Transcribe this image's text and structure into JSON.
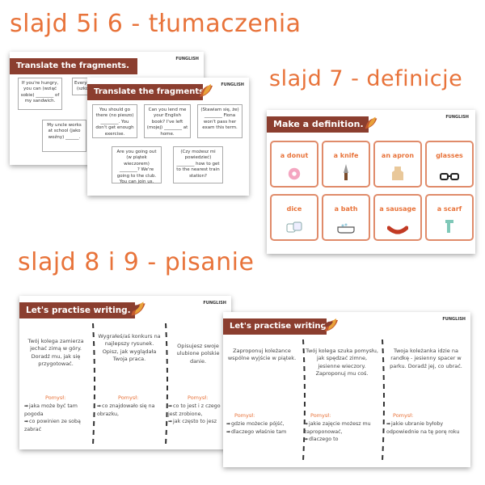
{
  "headings": {
    "h1": "slajd 5i 6 - tłumaczenia",
    "h2": "slajd 7 - definicje",
    "h3": "slajd 8 i 9 - pisanie"
  },
  "brand": "FUNGLISH",
  "slide5": {
    "title": "Translate the fragments.",
    "boxes": [
      "If you're hungry, you can (wziąć sobie) ________ of my sandwich.",
      "Every ______ (szkoła) ...",
      "My uncle works at school (jako woźny) ______."
    ]
  },
  "slide6": {
    "title": "Translate the fragments.",
    "boxes": [
      "You should go there (no pieszo) ________. You don't get enough exercise.",
      "Can you lend me your English book? I've left (mojej) ________ at home.",
      "(Stawiam się, że) ________ Fiona won't pass her exam this term.",
      "Are you going out (w piątek wieczorem) ________? We're going to the club. You can join us.",
      "(Czy możesz mi powiedzieć) ________ how to get to the nearest train station?"
    ]
  },
  "slide7": {
    "title": "Make a definition.",
    "cards": [
      "a donut",
      "a knife",
      "an apron",
      "glasses",
      "dice",
      "a bath",
      "a sausage",
      "a scarf"
    ]
  },
  "slide8": {
    "title": "Let's practise writing.",
    "columns": [
      {
        "text": "Twój kolega zamierza jechać zimą w góry. Doradź mu, jak się przygotować.",
        "pomysl": "Pomysł:",
        "hints": [
          "jaka może być tam pogoda",
          "co powinien ze sobą zabrać"
        ]
      },
      {
        "text": "Wygrałeś/aś konkurs na najlepszy rysunek. Opisz, jak wyglądała Twoja praca.",
        "pomysl": "Pomysł:",
        "hints": [
          "co znajdowało się na obrazku,"
        ]
      },
      {
        "text": "Opisujesz swoje ulubione polskie danie.",
        "pomysl": "Pomysł:",
        "hints": [
          "co to jest i z czego jest zrobione,",
          "jak często to jesz"
        ]
      }
    ]
  },
  "slide9": {
    "title": "Let's practise writing.",
    "columns": [
      {
        "text": "Zaproponuj koleżance wspólne wyjście w piątek.",
        "pomysl": "Pomysł:",
        "hints": [
          "gdzie możecie pójść,",
          "dlaczego właśnie tam"
        ]
      },
      {
        "text": "Twój kolega szuka pomysłu, jak spędzać zimne, jesienne wieczory. Zaproponuj mu coś.",
        "pomysl": "Pomysł:",
        "hints": [
          "jakie zajęcie możesz mu zaproponować,",
          "dlaczego to"
        ]
      },
      {
        "text": "Twoja koleżanka idzie na randkę - jesienny spacer w parku. Doradź jej, co ubrać.",
        "pomysl": "Pomysł:",
        "hints": [
          "jakie ubranie byłoby odpowiednie na tę porę roku"
        ]
      }
    ]
  },
  "colors": {
    "accent": "#e8733a",
    "bar": "#8b3e2f",
    "card_border": "#e08b6a"
  }
}
